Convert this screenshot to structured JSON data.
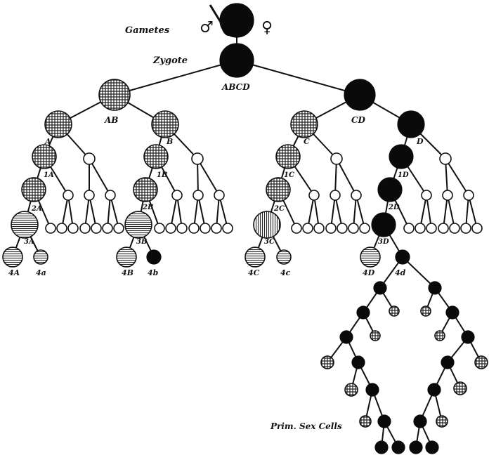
{
  "labels": {
    "gametes": "Gametes",
    "zygote": "Zygote",
    "male_symbol": "♂",
    "female_symbol": "♀",
    "abcd": "ABCD",
    "ab": "AB",
    "cd": "CD",
    "a": "A",
    "b": "B",
    "c": "C",
    "d": "D",
    "1a": "1A",
    "1b": "1B",
    "1c": "1C",
    "1d": "1D",
    "2a": "2A",
    "2b": "2B",
    "2c": "2C",
    "2d": "2D",
    "3a": "3A",
    "3b": "3B",
    "3c": "3C",
    "3d": "3D",
    "4a": "4A",
    "4b_upper": "4B",
    "4c": "4C",
    "4d_upper": "4D",
    "4a_lower": "4a",
    "4b_lower": "4b",
    "4c_lower": "4c",
    "4d_lower": "4d",
    "prim_sex_cells": "Prim. Sex Cells"
  },
  "colors": {
    "ink": "#111111",
    "paper": "#ffffff",
    "germ": "#0a0a0a"
  }
}
